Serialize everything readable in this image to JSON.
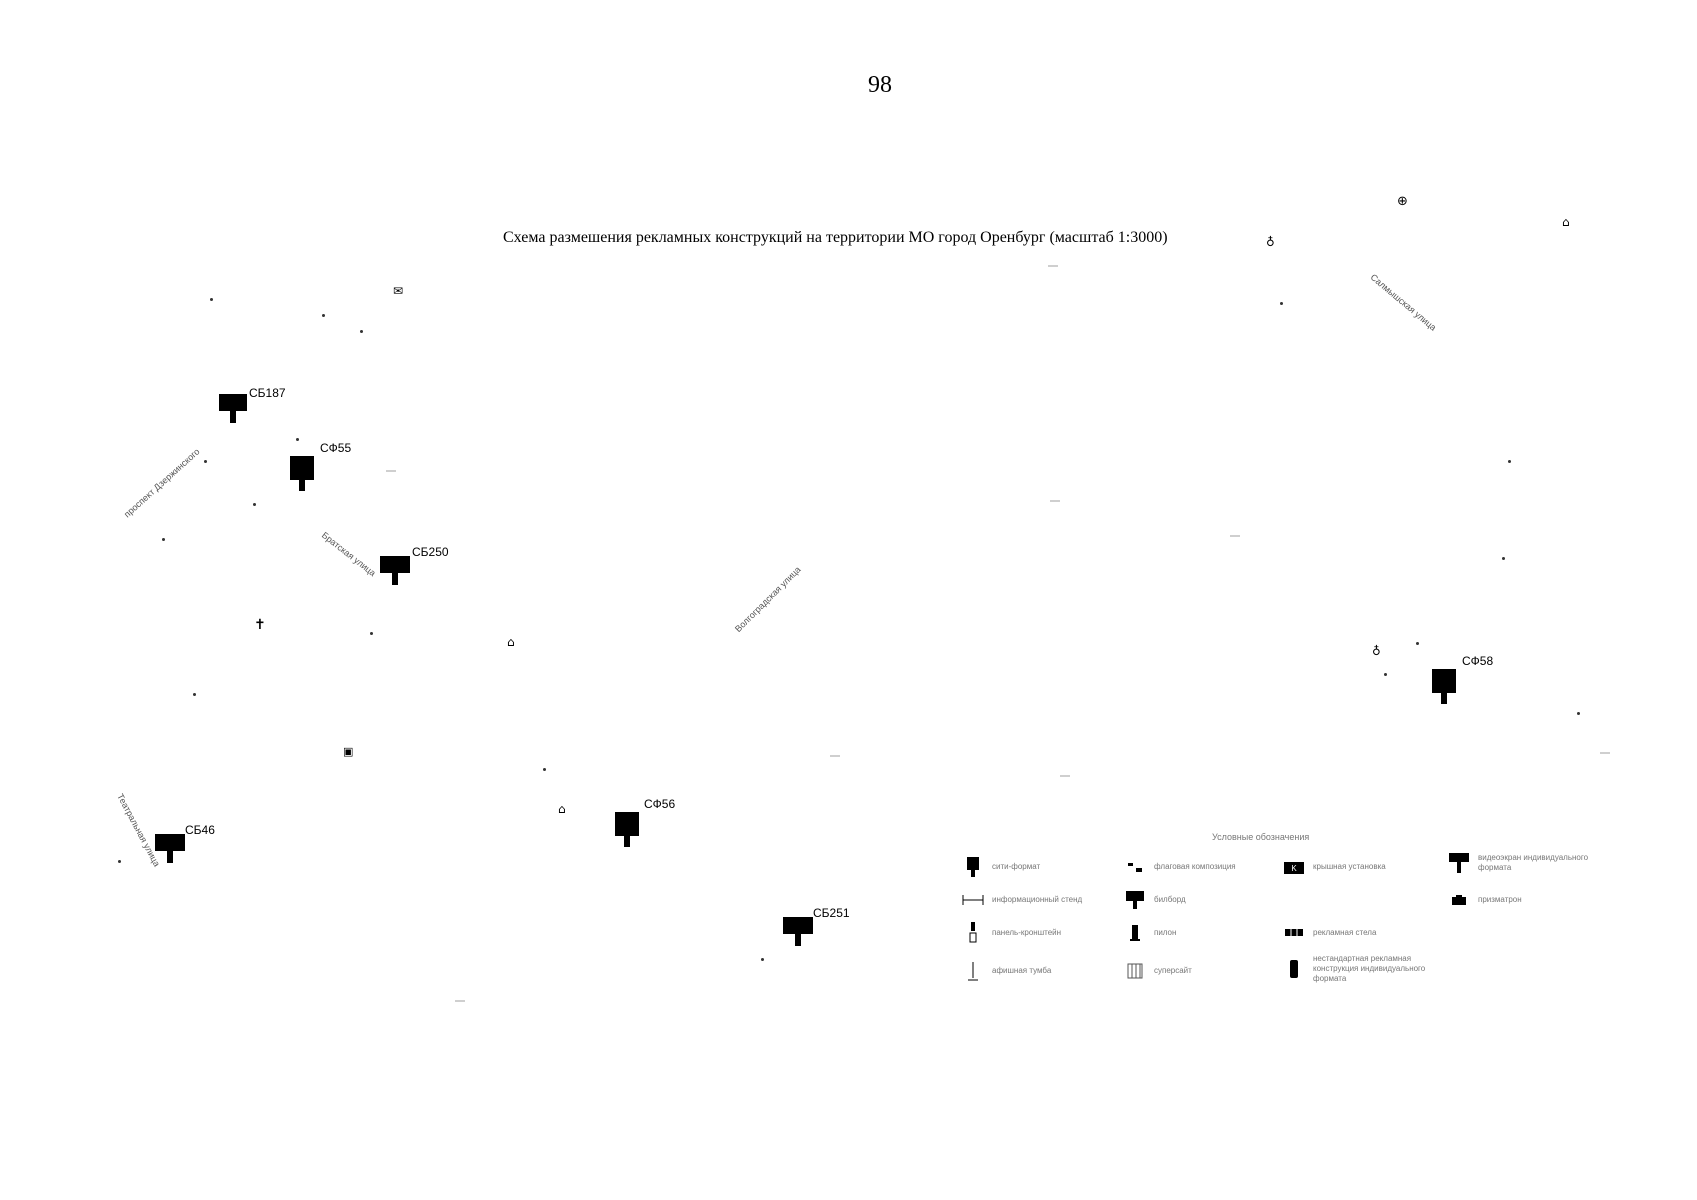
{
  "page": {
    "number": "98"
  },
  "map": {
    "title": "Схема размешения рекламных конструкций на территории МО город Оренбург (масштаб 1:3000)"
  },
  "markers": [
    {
      "code": "СБ187"
    },
    {
      "code": "СФ55"
    },
    {
      "code": "СБ250"
    },
    {
      "code": "СБ46"
    },
    {
      "code": "СФ56"
    },
    {
      "code": "СБ251"
    },
    {
      "code": "СФ58"
    }
  ],
  "streets": [
    {
      "label": "проспект Дзержинского"
    },
    {
      "label": "Братская улица"
    },
    {
      "label": "Театральная улица"
    },
    {
      "label": "Волгоградская улица"
    },
    {
      "label": "Салмышская улица"
    }
  ],
  "icons": [
    "billboard-icon",
    "church-icon",
    "hospital-icon",
    "bank-icon",
    "shop-icon"
  ],
  "legend": {
    "title": "Условные обозначения",
    "items": [
      {
        "label": "сити-формат",
        "icon": "city-format-icon"
      },
      {
        "label": "флаговая композиция",
        "icon": "flag-composition-icon"
      },
      {
        "label": "крышная установка",
        "icon": "roof-installation-icon"
      },
      {
        "label": "видеоэкран индивидуального формата",
        "icon": "video-screen-icon"
      },
      {
        "label": "информационный стенд",
        "icon": "info-stand-icon"
      },
      {
        "label": "билборд",
        "icon": "billboard-icon"
      },
      {
        "label": "панель-кронштейн",
        "icon": "panel-bracket-icon"
      },
      {
        "label": "пилон",
        "icon": "pylon-icon"
      },
      {
        "label": "рекламная стела",
        "icon": "stela-icon"
      },
      {
        "label": "афишная тумба",
        "icon": "poster-pillar-icon"
      },
      {
        "label": "суперсайт",
        "icon": "supersite-icon"
      },
      {
        "label": "нестандартная рекламная конструкция индивидуального формата",
        "icon": "custom-structure-icon"
      },
      {
        "label": "призматрон",
        "icon": "prismatron-icon"
      }
    ]
  }
}
